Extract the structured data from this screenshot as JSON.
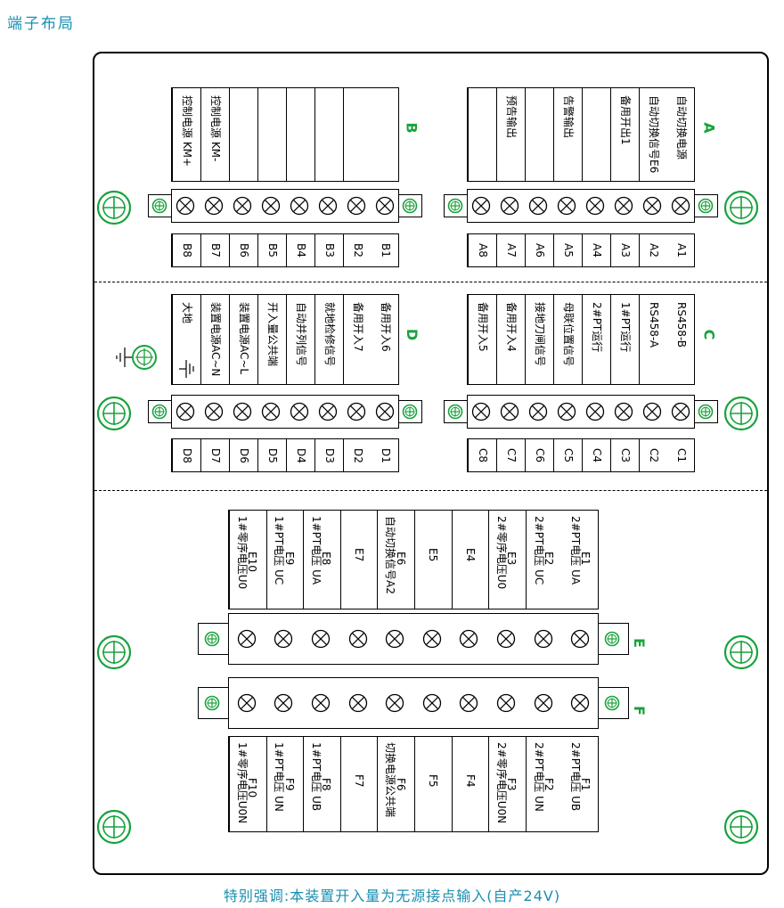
{
  "title": "端子布局",
  "footer": "特别强调:本装置开入量为无源接点输入(自产24V)",
  "colors": {
    "accent": "#18a23c",
    "title": "#1a8fb0",
    "line": "#000000"
  },
  "blocks": {
    "A": {
      "letter": "A",
      "labels": [
        "自动切换电源",
        "自动切换信号E6",
        "备用开出1",
        "",
        "告警输出",
        "",
        "预告输出",
        ""
      ],
      "ids": [
        "A1",
        "A2",
        "A3",
        "A4",
        "A5",
        "A6",
        "A7",
        "A8"
      ]
    },
    "B": {
      "letter": "B",
      "labels": [
        "",
        "",
        "",
        "",
        "",
        "",
        "控制电源 KM-",
        "控制电源 KM+"
      ],
      "ids": [
        "B1",
        "B2",
        "B3",
        "B4",
        "B5",
        "B6",
        "B7",
        "B8"
      ]
    },
    "C": {
      "letter": "C",
      "labels": [
        "RS458-B",
        "RS458-A",
        "1#PT运行",
        "2#PT运行",
        "母联位置信号",
        "接地刀闸信号",
        "备用开入4",
        "备用开入5"
      ],
      "ids": [
        "C1",
        "C2",
        "C3",
        "C4",
        "C5",
        "C6",
        "C7",
        "C8"
      ]
    },
    "D": {
      "letter": "D",
      "labels": [
        "备用开入6",
        "备用开入7",
        "就地检修信号",
        "自动并列信号",
        "开入量公共端",
        "装置电源AC~L",
        "装置电源AC~N",
        "大地"
      ],
      "ids": [
        "D1",
        "D2",
        "D3",
        "D4",
        "D5",
        "D6",
        "D7",
        "D8"
      ]
    },
    "E": {
      "letter": "E",
      "cells": [
        {
          "id": "E1",
          "text": "2#PT电压 UA"
        },
        {
          "id": "E2",
          "text": "2#PT电压 UC"
        },
        {
          "id": "E3",
          "text": "2#零序电压U0"
        },
        {
          "id": "E4",
          "text": ""
        },
        {
          "id": "E5",
          "text": ""
        },
        {
          "id": "E6",
          "text": "自动切换信号A2"
        },
        {
          "id": "E7",
          "text": ""
        },
        {
          "id": "E8",
          "text": "1#PT电压 UA"
        },
        {
          "id": "E9",
          "text": "1#PT电压 UC"
        },
        {
          "id": "E10",
          "text": "1#零序电压U0"
        }
      ]
    },
    "F": {
      "letter": "F",
      "cells": [
        {
          "id": "F1",
          "text": "2#PT电压 UB"
        },
        {
          "id": "F2",
          "text": "2#PT电压 UN"
        },
        {
          "id": "F3",
          "text": "2#零序电压U0N"
        },
        {
          "id": "F4",
          "text": ""
        },
        {
          "id": "F5",
          "text": ""
        },
        {
          "id": "F6",
          "text": "切换电源公共端"
        },
        {
          "id": "F7",
          "text": ""
        },
        {
          "id": "F8",
          "text": "1#PT电压 UB"
        },
        {
          "id": "F9",
          "text": "1#PT电压 UN"
        },
        {
          "id": "F10",
          "text": "1#零序电压U0N"
        }
      ]
    }
  }
}
